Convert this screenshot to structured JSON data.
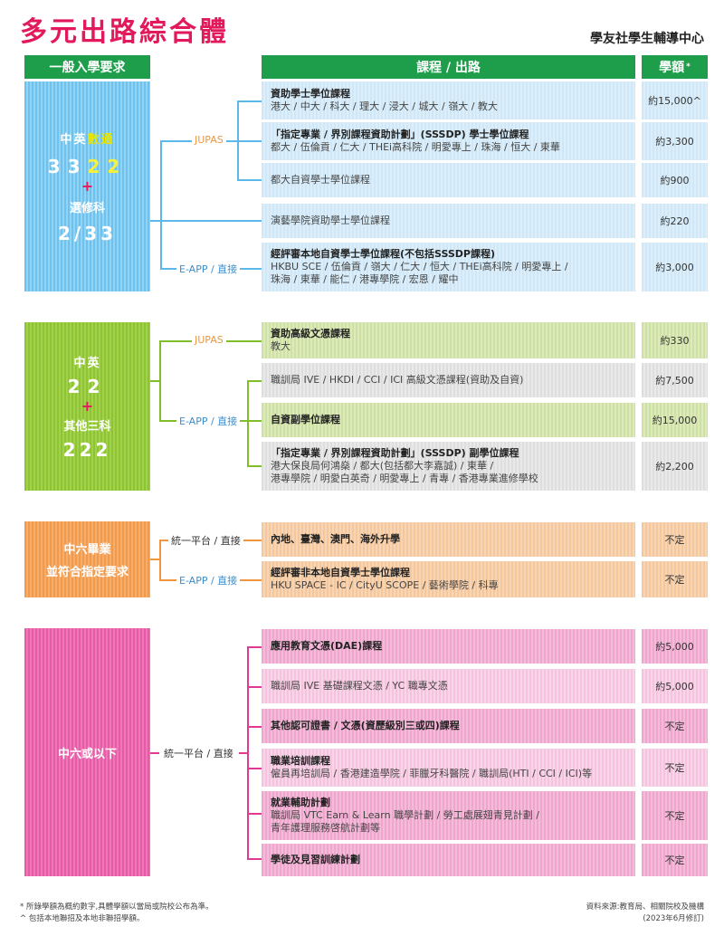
{
  "title": "多元出路綜合體",
  "organization": "學友社學生輔導中心",
  "headers": {
    "entry": "一般入學要求",
    "courses": "課程 / 出路",
    "fee": "學額",
    "fee_mark": "*"
  },
  "sections": {
    "s1": {
      "req_line1": "中英數通",
      "req_nums": "3322",
      "plus": "+",
      "req_line3": "選修科",
      "req_line4": "2/33",
      "route_jupas": "JUPAS",
      "route_eapp": "E-APP / 直接",
      "rows": [
        {
          "title": "資助學士學位課程",
          "sub": "港大 / 中大 / 科大 / 理大 / 浸大 / 城大 / 嶺大 / 教大",
          "fee": "約15,000^"
        },
        {
          "title": "「指定專業 / 界別課程資助計劃」(SSSDP) 學士學位課程",
          "sub": "都大 / 伍倫貢 / 仁大 / THEi高科院 / 明愛專上 / 珠海 / 恒大 / 東華",
          "fee": "約3,300"
        },
        {
          "title": "",
          "sub": "都大自資學士學位課程",
          "fee": "約900"
        },
        {
          "title": "",
          "sub": "演藝學院資助學士學位課程",
          "fee": "約220"
        },
        {
          "title": "經評審本地自資學士學位課程(不包括SSSDP課程)",
          "sub": "HKBU SCE / 伍倫貢 / 嶺大 / 仁大 / 恒大 / THEi高科院 / 明愛專上 / ",
          "sub2": "珠海 / 東華 / 能仁 / 港專學院 / 宏恩 / 耀中",
          "fee": "約3,000"
        }
      ]
    },
    "s2": {
      "req_line1": "中英",
      "req_nums": "22",
      "plus": "+",
      "req_line3": "其他三科",
      "req_line4": "222",
      "route_jupas": "JUPAS",
      "route_eapp": "E-APP / 直接",
      "rows": [
        {
          "title": "資助高級文憑課程",
          "sub": "教大",
          "fee": "約330"
        },
        {
          "title": "",
          "sub": "職訓局 IVE / HKDI / CCI / ICI 高級文憑課程(資助及自資)",
          "fee": "約7,500"
        },
        {
          "title": "自資副學位課程",
          "sub": "",
          "fee": "約15,000"
        },
        {
          "title": "「指定專業 / 界別課程資助計劃」(SSSDP) 副學位課程",
          "sub": "港大保良局何鴻燊 / 都大(包括都大李嘉誠) / 東華 / ",
          "sub2": "港專學院 / 明愛白英奇 / 明愛專上 / 青專 / 香港專業進修學校",
          "fee": "約2,200"
        }
      ]
    },
    "s3": {
      "req_line1": "中六畢業",
      "req_line2": "並符合指定要求",
      "route_a": "統一平台 / 直接",
      "route_b": "E-APP / 直接",
      "rows": [
        {
          "title": "內地、臺灣、澳門、海外升學",
          "sub": "",
          "fee": "不定"
        },
        {
          "title": "經評審非本地自資學士學位課程",
          "sub": "HKU SPACE - IC / CityU SCOPE / 藝術學院 / 科專",
          "fee": "不定"
        }
      ]
    },
    "s4": {
      "req_line1": "中六或以下",
      "route": "統一平台 / 直接",
      "rows": [
        {
          "title": "應用教育文憑(DAE)課程",
          "sub": "",
          "fee": "約5,000"
        },
        {
          "title": "",
          "sub": "職訓局 IVE 基礎課程文憑 / YC 職專文憑",
          "fee": "約5,000"
        },
        {
          "title": "其他認可證書 / 文憑(資歷級別三或四)課程",
          "sub": "",
          "fee": "不定"
        },
        {
          "title": "職業培訓課程",
          "sub": "僱員再培訓局 / 香港建造學院 / 菲臘牙科醫院 / 職訓局(HTI / CCI / ICI)等",
          "fee": "不定"
        },
        {
          "title": "就業輔助計劃",
          "sub": "職訓局 VTC Earn & Learn 職學計劃 / 勞工處展翅青見計劃 / ",
          "sub2": "青年護理服務啓航計劃等",
          "fee": "不定"
        },
        {
          "title": "學徒及見習訓練計劃",
          "sub": "",
          "fee": "不定"
        }
      ]
    }
  },
  "footnotes": {
    "n1": "* 所錄學額為概約數字,具體學額以當局或院校公布為準。",
    "n2": "^ 包括本地聯招及本地非聯招學額。",
    "source": "資料來源:教育局、相關院校及機構",
    "date": "(2023年6月修訂)"
  },
  "colors": {
    "title": "#e2195b",
    "header": "#1e9e4b",
    "blue": "#6cc1ee",
    "green": "#8cc531",
    "orange": "#f2994b",
    "pink": "#e65aa6"
  }
}
